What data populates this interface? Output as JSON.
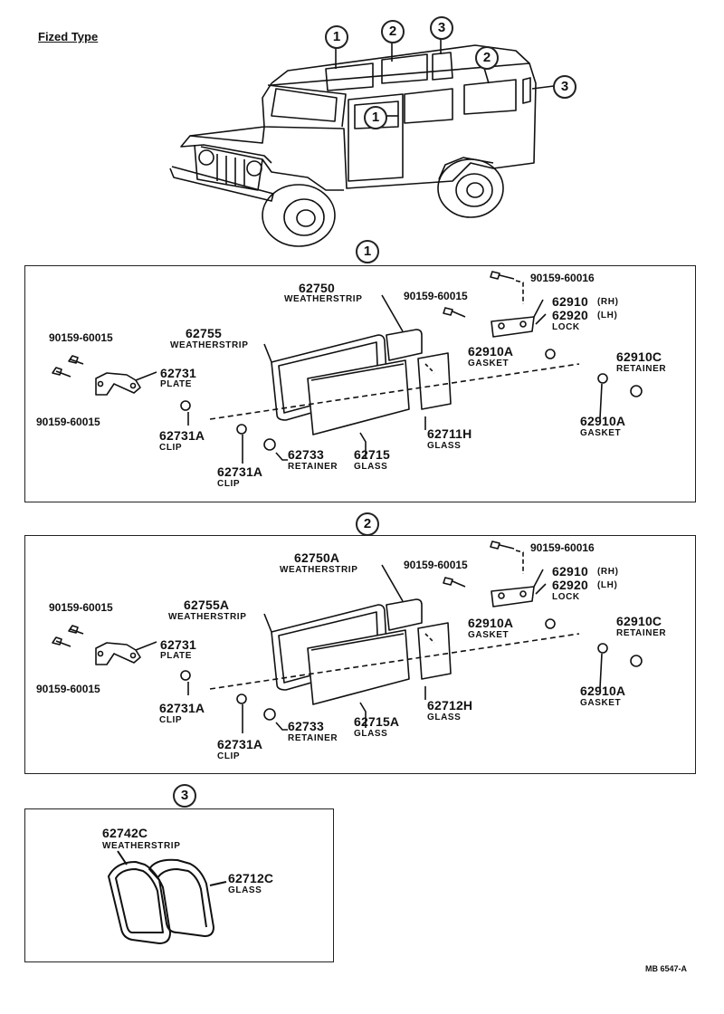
{
  "title": "Fized Type",
  "vehicle_markers": [
    "1",
    "2",
    "3",
    "2",
    "3",
    "1"
  ],
  "section1": {
    "marker": "1",
    "p62750": "62750",
    "p62750_l": "WEATHERSTRIP",
    "p62755": "62755",
    "p62755_l": "WEATHERSTRIP",
    "bolt_a": "90159-60015",
    "bolt_b": "90159-60015",
    "bolt_c": "90159-60015",
    "bolt_top": "90159-60016",
    "p62731": "62731",
    "p62731_l": "PLATE",
    "clip1": "62731A",
    "clip1_l": "CLIP",
    "clip2": "62731A",
    "clip2_l": "CLIP",
    "ret": "62733",
    "ret_l": "RETAINER",
    "glass": "62715",
    "glass_l": "GLASS",
    "glass2": "62711H",
    "glass2_l": "GLASS",
    "lock_rh": "62910",
    "rh": "(RH)",
    "lock_lh": "62920",
    "lh": "(LH)",
    "lock_l": "LOCK",
    "gasket": "62910A",
    "gasket_l": "GASKET",
    "gasket2": "62910A",
    "gasket2_l": "GASKET",
    "retc": "62910C",
    "retc_l": "RETAINER"
  },
  "section2": {
    "marker": "2",
    "p62750": "62750A",
    "p62750_l": "WEATHERSTRIP",
    "p62755": "62755A",
    "p62755_l": "WEATHERSTRIP",
    "bolt_a": "90159-60015",
    "bolt_b": "90159-60015",
    "bolt_c": "90159-60015",
    "bolt_top": "90159-60016",
    "p62731": "62731",
    "p62731_l": "PLATE",
    "clip1": "62731A",
    "clip1_l": "CLIP",
    "clip2": "62731A",
    "clip2_l": "CLIP",
    "ret": "62733",
    "ret_l": "RETAINER",
    "glass": "62715A",
    "glass_l": "GLASS",
    "glass2": "62712H",
    "glass2_l": "GLASS",
    "lock_rh": "62910",
    "rh": "(RH)",
    "lock_lh": "62920",
    "lh": "(LH)",
    "lock_l": "LOCK",
    "gasket": "62910A",
    "gasket_l": "GASKET",
    "gasket2": "62910A",
    "gasket2_l": "GASKET",
    "retc": "62910C",
    "retc_l": "RETAINER"
  },
  "section3": {
    "marker": "3",
    "ws": "62742C",
    "ws_l": "WEATHERSTRIP",
    "gl": "62712C",
    "gl_l": "GLASS"
  },
  "footer": "MB 6547-A"
}
